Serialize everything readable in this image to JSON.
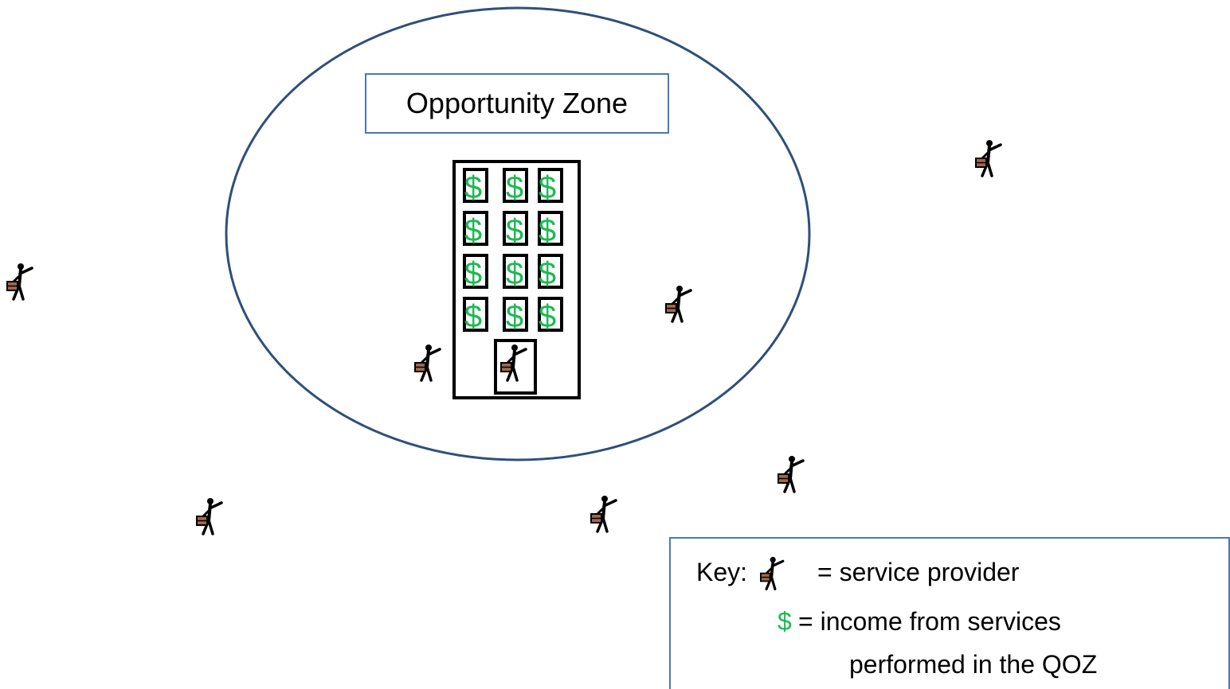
{
  "zone": {
    "label": "Opportunity Zone"
  },
  "building": {
    "window_symbol": "$"
  },
  "key": {
    "prefix": "Key:",
    "provider_text": "= service provider",
    "dollar_symbol": "$",
    "income_text": "= income from services",
    "income_text_cont": "performed in the QOZ"
  },
  "icons": {
    "provider": "person-with-briefcase-icon"
  },
  "colors": {
    "zone_outline": "#2f4f7a",
    "box_border": "#4a7ab0",
    "dollar": "#1db954",
    "briefcase": "#a0684a"
  }
}
